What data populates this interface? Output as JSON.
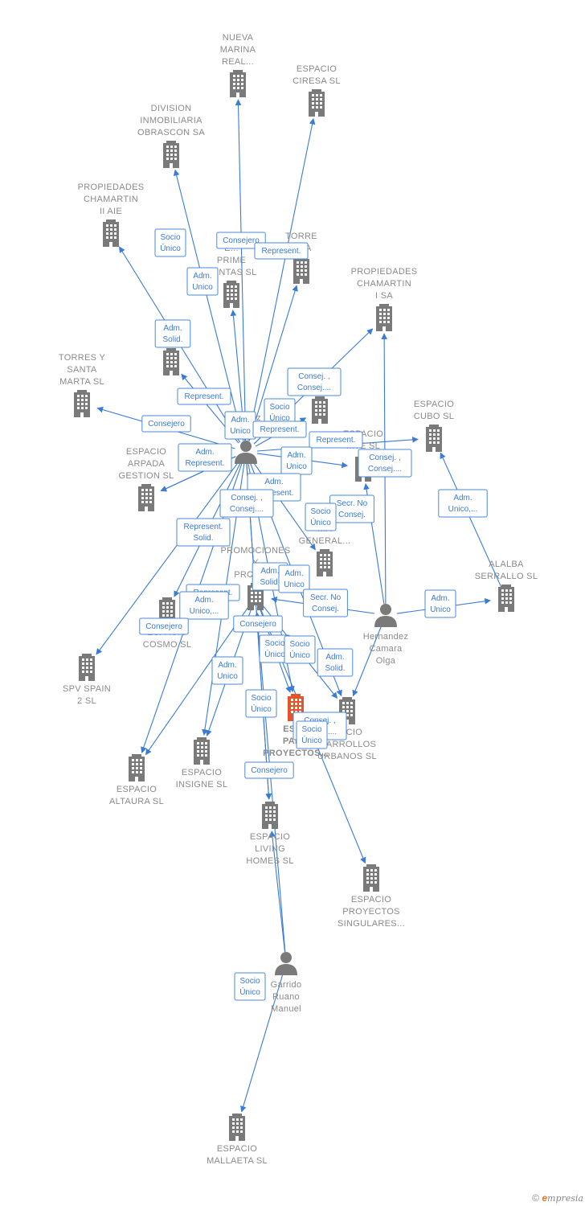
{
  "colors": {
    "edge": "#3a7bd5",
    "company": "#7a7a7a",
    "focus": "#e8542a",
    "person": "#7a7a7a"
  },
  "footer": {
    "copyright": "©",
    "brand_first": "e",
    "brand_rest": "mpresia"
  },
  "nodes": [
    {
      "id": "nueva_marina",
      "type": "company",
      "lines": [
        "NUEVA",
        "MARINA",
        "REAL..."
      ]
    },
    {
      "id": "espacio_ciresa",
      "type": "company",
      "lines": [
        "ESPACIO",
        "CIRESA SL"
      ]
    },
    {
      "id": "division_inmob",
      "type": "company",
      "lines": [
        "DIVISION",
        "INMOBILIARIA",
        "OBRASCON SA"
      ]
    },
    {
      "id": "prop_chamartin_ii",
      "type": "company",
      "lines": [
        "PROPIEDADES",
        "CHAMARTIN",
        "II AIE"
      ]
    },
    {
      "id": "torre",
      "type": "company",
      "lines": [
        "TORRE",
        "...SA"
      ]
    },
    {
      "id": "prime_rentas",
      "type": "company",
      "lines": [
        "E...",
        "PRIME",
        "RENTAS SL"
      ]
    },
    {
      "id": "prop_chamartin_i",
      "type": "company",
      "lines": [
        "PROPIEDADES",
        "CHAMARTIN",
        "I SA"
      ]
    },
    {
      "id": "alcobendas",
      "type": "company",
      "lines": [
        "E...",
        "AL...A"
      ]
    },
    {
      "id": "torres_santa_marta",
      "type": "company",
      "lines": [
        "TORRES Y",
        "SANTA",
        "MARTA SL"
      ]
    },
    {
      "id": "espacio_sl_mid",
      "type": "company",
      "lines": [
        "ESPACIO",
        "...SL"
      ]
    },
    {
      "id": "espacio_cubo",
      "type": "company",
      "lines": [
        "ESPACIO",
        "CUBO SL"
      ]
    },
    {
      "id": "espacio_arpada",
      "type": "company",
      "lines": [
        "ESPACIO",
        "ARPADA",
        "GESTION SL"
      ]
    },
    {
      "id": "espacio_te",
      "type": "company",
      "lines": [
        "ESPACIO",
        "...TE SL"
      ]
    },
    {
      "id": "general",
      "type": "company",
      "lines": [
        "...A",
        "GENERAL..."
      ]
    },
    {
      "id": "promociones",
      "type": "company",
      "lines": [
        "PROMOCIONES",
        "Y",
        "PROPIE..."
      ]
    },
    {
      "id": "alalba",
      "type": "company",
      "lines": [
        "ALALBA",
        "SERRALLO SL"
      ]
    },
    {
      "id": "espacio_cosmo",
      "type": "company",
      "lines": [
        "ESPACIO",
        "COSMO SL"
      ]
    },
    {
      "id": "spv_spain",
      "type": "company",
      "lines": [
        "SPV SPAIN",
        "2 SL"
      ]
    },
    {
      "id": "espacio_palacio",
      "type": "focus",
      "lines": [
        "ESP...",
        "PAL...",
        "PROYECTOS..."
      ]
    },
    {
      "id": "desarrollos",
      "type": "company",
      "lines": [
        "...ACIO",
        "...ARROLLOS",
        "URBANOS SL"
      ]
    },
    {
      "id": "espacio_altaura",
      "type": "company",
      "lines": [
        "ESPACIO",
        "ALTAURA SL"
      ]
    },
    {
      "id": "espacio_insigne",
      "type": "company",
      "lines": [
        "ESPACIO",
        "INSIGNE SL"
      ]
    },
    {
      "id": "espacio_living",
      "type": "company",
      "lines": [
        "ESPACIO",
        "LIVING",
        "HOMES SL"
      ]
    },
    {
      "id": "proyectos_sing",
      "type": "company",
      "lines": [
        "ESPACIO",
        "PROYECTOS",
        "SINGULARES..."
      ]
    },
    {
      "id": "espacio_mallaeta",
      "type": "company",
      "lines": [
        "ESPACIO",
        "MALLAETA SL"
      ]
    },
    {
      "id": "munoz",
      "type": "person",
      "lines": [
        "...luñoz",
        "...ió..."
      ]
    },
    {
      "id": "hernandez",
      "type": "person",
      "lines": [
        "Hernandez",
        "Camara",
        "Olga"
      ]
    },
    {
      "id": "garrido",
      "type": "person",
      "lines": [
        "Garrido",
        "Ruano",
        "Manuel"
      ]
    }
  ],
  "edges": [
    {
      "from": "munoz",
      "to": "nueva_marina"
    },
    {
      "from": "munoz",
      "to": "espacio_ciresa"
    },
    {
      "from": "munoz",
      "to": "division_inmob"
    },
    {
      "from": "munoz",
      "to": "prop_chamartin_ii"
    },
    {
      "from": "munoz",
      "to": "torre"
    },
    {
      "from": "munoz",
      "to": "prime_rentas"
    },
    {
      "from": "munoz",
      "to": "alcobendas"
    },
    {
      "from": "munoz",
      "to": "torres_santa_marta"
    },
    {
      "from": "munoz",
      "to": "espacio_arpada"
    },
    {
      "from": "munoz",
      "to": "espacio_arpada"
    },
    {
      "from": "munoz",
      "to": "espacio_te"
    },
    {
      "from": "munoz",
      "to": "espacio_cubo"
    },
    {
      "from": "munoz",
      "to": "general"
    },
    {
      "from": "munoz",
      "to": "promociones"
    },
    {
      "from": "munoz",
      "to": "espacio_cosmo"
    },
    {
      "from": "munoz",
      "to": "spv_spain"
    },
    {
      "from": "munoz",
      "to": "espacio_altaura"
    },
    {
      "from": "munoz",
      "to": "espacio_insigne"
    },
    {
      "from": "munoz",
      "to": "espacio_living"
    },
    {
      "from": "munoz",
      "to": "desarrollos"
    },
    {
      "from": "munoz",
      "to": "espacio_palacio"
    },
    {
      "from": "munoz",
      "to": "espacio_sl_mid"
    },
    {
      "from": "munoz",
      "to": "prop_chamartin_i"
    },
    {
      "from": "hernandez",
      "to": "prop_chamartin_i"
    },
    {
      "from": "hernandez",
      "to": "espacio_te"
    },
    {
      "from": "hernandez",
      "to": "alalba"
    },
    {
      "from": "hernandez",
      "to": "promociones"
    },
    {
      "from": "hernandez",
      "to": "desarrollos"
    },
    {
      "from": "alalba",
      "to": "espacio_cubo"
    },
    {
      "from": "garrido",
      "to": "espacio_living"
    },
    {
      "from": "garrido",
      "to": "espacio_mallaeta"
    },
    {
      "from": "garrido",
      "to": "promociones"
    },
    {
      "from": "promociones",
      "to": "espacio_palacio"
    },
    {
      "from": "promociones",
      "to": "proyectos_sing"
    },
    {
      "from": "promociones",
      "to": "espacio_insigne"
    },
    {
      "from": "promociones",
      "to": "espacio_altaura"
    },
    {
      "from": "promociones",
      "to": "espacio_living"
    },
    {
      "from": "promociones",
      "to": "desarrollos"
    }
  ],
  "edge_labels": [
    {
      "id": "el1",
      "lines": [
        "Socio",
        "Único"
      ]
    },
    {
      "id": "el2",
      "lines": [
        "Consejero"
      ]
    },
    {
      "id": "el3",
      "lines": [
        "Represent."
      ]
    },
    {
      "id": "el4",
      "lines": [
        "Adm.",
        "Unico"
      ]
    },
    {
      "id": "el5",
      "lines": [
        "Adm.",
        "Solid."
      ]
    },
    {
      "id": "el6",
      "lines": [
        "Consej. ,",
        "Consej...."
      ]
    },
    {
      "id": "el7",
      "lines": [
        "Represent."
      ]
    },
    {
      "id": "el8",
      "lines": [
        "Adm.",
        "Unico"
      ]
    },
    {
      "id": "el9",
      "lines": [
        "Socio",
        "Único"
      ]
    },
    {
      "id": "el10",
      "lines": [
        "Represent."
      ]
    },
    {
      "id": "el11",
      "lines": [
        "Consejero"
      ]
    },
    {
      "id": "el12",
      "lines": [
        "Represent."
      ]
    },
    {
      "id": "el13",
      "lines": [
        "Adm.",
        "Represent."
      ]
    },
    {
      "id": "el14",
      "lines": [
        "Adm.",
        "Unico"
      ]
    },
    {
      "id": "el15",
      "lines": [
        "Consej. ,",
        "Consej...."
      ]
    },
    {
      "id": "el16",
      "lines": [
        "Adm.",
        "Represent."
      ]
    },
    {
      "id": "el17",
      "lines": [
        "Adm.",
        "Unico,..."
      ]
    },
    {
      "id": "el18",
      "lines": [
        "Consej. ,",
        "Consej...."
      ]
    },
    {
      "id": "el19",
      "lines": [
        "Secr. No",
        "Consej."
      ]
    },
    {
      "id": "el20",
      "lines": [
        "Socio",
        "Único"
      ]
    },
    {
      "id": "el21",
      "lines": [
        "Represent.",
        "Solid."
      ]
    },
    {
      "id": "el22",
      "lines": [
        "Adm.",
        "Solid."
      ]
    },
    {
      "id": "el23",
      "lines": [
        "Adm.",
        "Unico"
      ]
    },
    {
      "id": "el24",
      "lines": [
        "Represent."
      ]
    },
    {
      "id": "el25",
      "lines": [
        "Adm.",
        "Unico,..."
      ]
    },
    {
      "id": "el26",
      "lines": [
        "Secr. No",
        "Consej."
      ]
    },
    {
      "id": "el27",
      "lines": [
        "Adm.",
        "Unico"
      ]
    },
    {
      "id": "el28",
      "lines": [
        "Consejero"
      ]
    },
    {
      "id": "el29",
      "lines": [
        "Consejero"
      ]
    },
    {
      "id": "el30",
      "lines": [
        "Socio",
        "Único"
      ]
    },
    {
      "id": "el31",
      "lines": [
        "Socio",
        "Único"
      ]
    },
    {
      "id": "el32",
      "lines": [
        "Adm.",
        "Solid."
      ]
    },
    {
      "id": "el33",
      "lines": [
        "Adm.",
        "Unico"
      ]
    },
    {
      "id": "el34",
      "lines": [
        "Socio",
        "Único"
      ]
    },
    {
      "id": "el35",
      "lines": [
        "Consej. ,",
        "Consej...."
      ]
    },
    {
      "id": "el36",
      "lines": [
        "Socio",
        "Único"
      ]
    },
    {
      "id": "el37",
      "lines": [
        "Consejero"
      ]
    },
    {
      "id": "el38",
      "lines": [
        "Socio",
        "Único"
      ]
    }
  ]
}
